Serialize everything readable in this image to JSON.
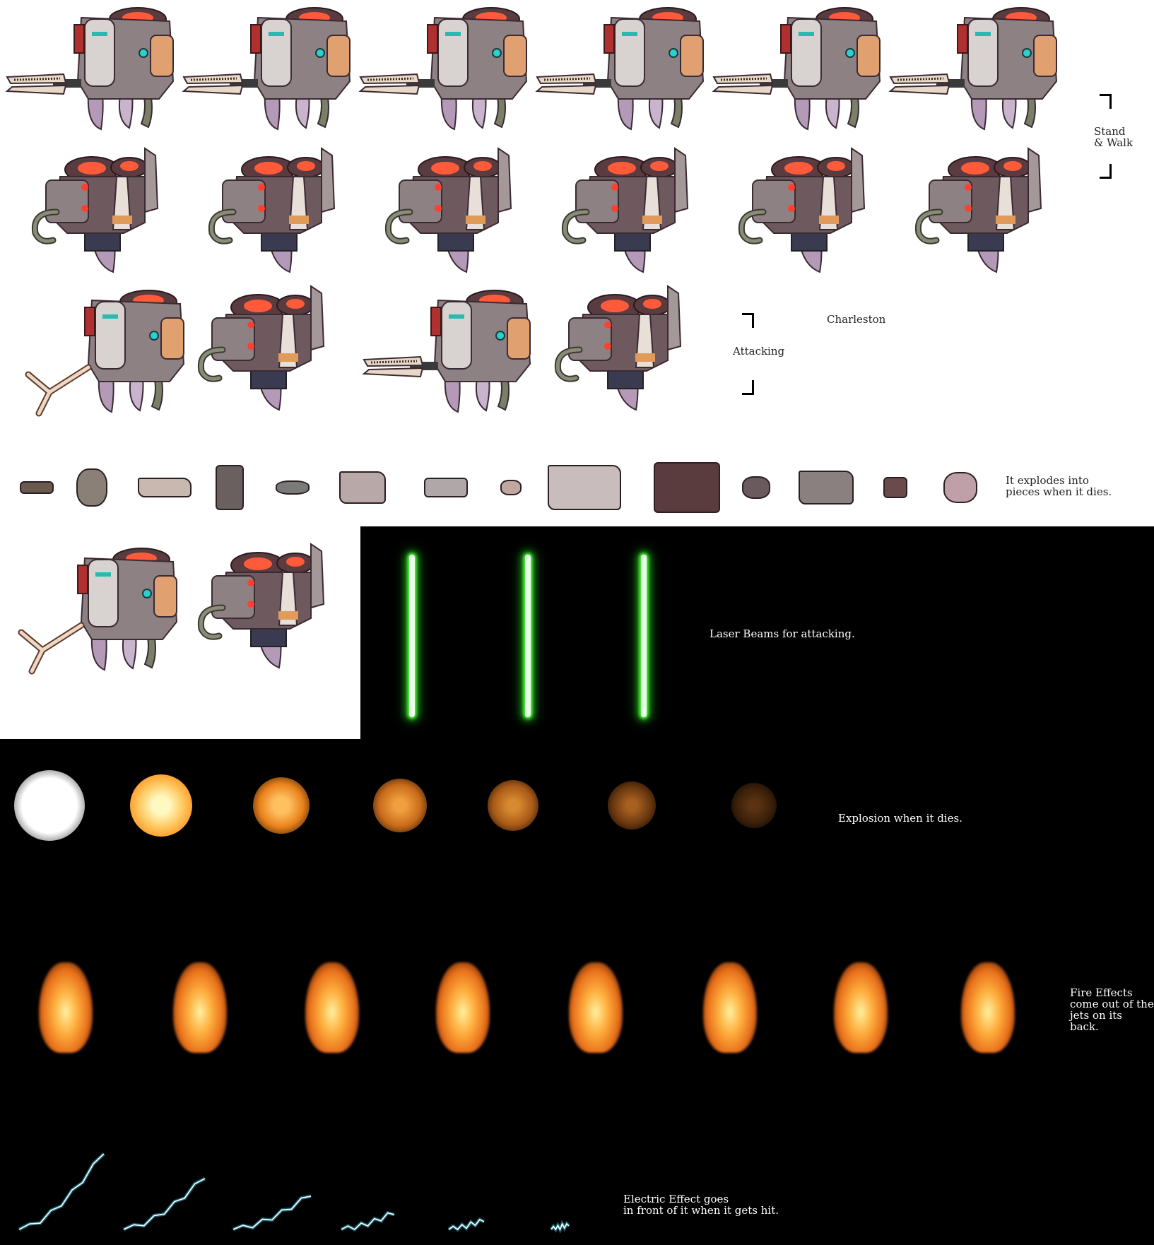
{
  "sheet": {
    "character_name": "Charleston",
    "sections": {
      "stand_walk": "Stand\n& Walk",
      "attacking": "Attacking",
      "explode_pieces": "It explodes into\npieces when it dies.",
      "laser": "Laser Beams for attacking.",
      "explosion": "Explosion when it dies.",
      "fire": "Fire Effects\ncome out of the\njets on its back.",
      "electric": "Electric Effect goes\nin front of it when it gets hit."
    },
    "counts": {
      "walk_claw_frames": 6,
      "walk_back_frames": 6,
      "attack_frames": 4,
      "pieces": 14,
      "extra_frames": 2,
      "laser_frames": 3,
      "explosion_frames": 7,
      "fire_frames": 8,
      "electric_frames": 6
    }
  },
  "colors": {
    "background": "#ffffff",
    "effects_background": "#000000",
    "laser": "#5bff4a",
    "fire": "#ff9a2a",
    "electric": "#3fd6ff",
    "robot_body": "#8e8184",
    "robot_dark": "#5a3c40",
    "robot_glow": "#ff5a3a"
  }
}
